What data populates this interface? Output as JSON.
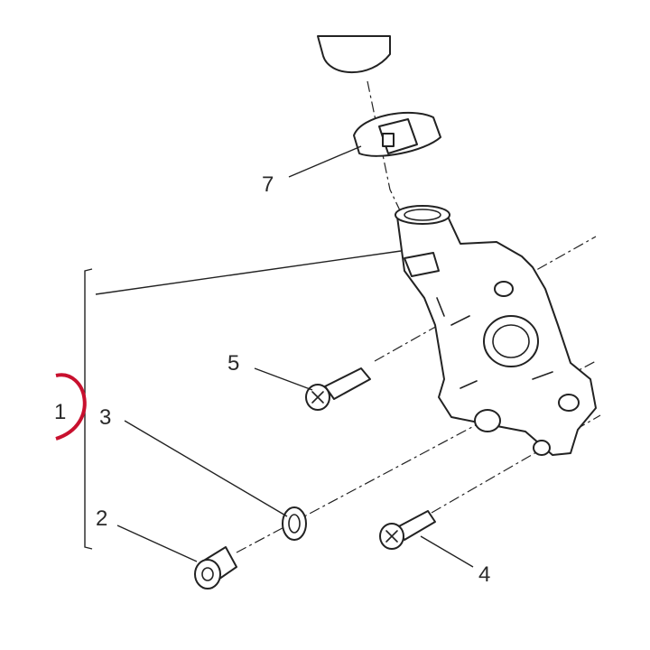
{
  "diagram": {
    "callouts": [
      {
        "id": "1",
        "label": "1"
      },
      {
        "id": "2",
        "label": "2"
      },
      {
        "id": "3",
        "label": "3"
      },
      {
        "id": "4",
        "label": "4"
      },
      {
        "id": "5",
        "label": "5"
      },
      {
        "id": "7",
        "label": "7"
      }
    ],
    "parts": {
      "hose": "hose",
      "clamp": "hose-clamp",
      "housing": "thermostat-housing",
      "screw_upper": "screw",
      "screw_lower": "screw",
      "plug": "drain-plug",
      "washer": "sealing-washer"
    },
    "colors": {
      "line": "#222222",
      "highlight": "#c8102e",
      "background": "#ffffff"
    }
  }
}
